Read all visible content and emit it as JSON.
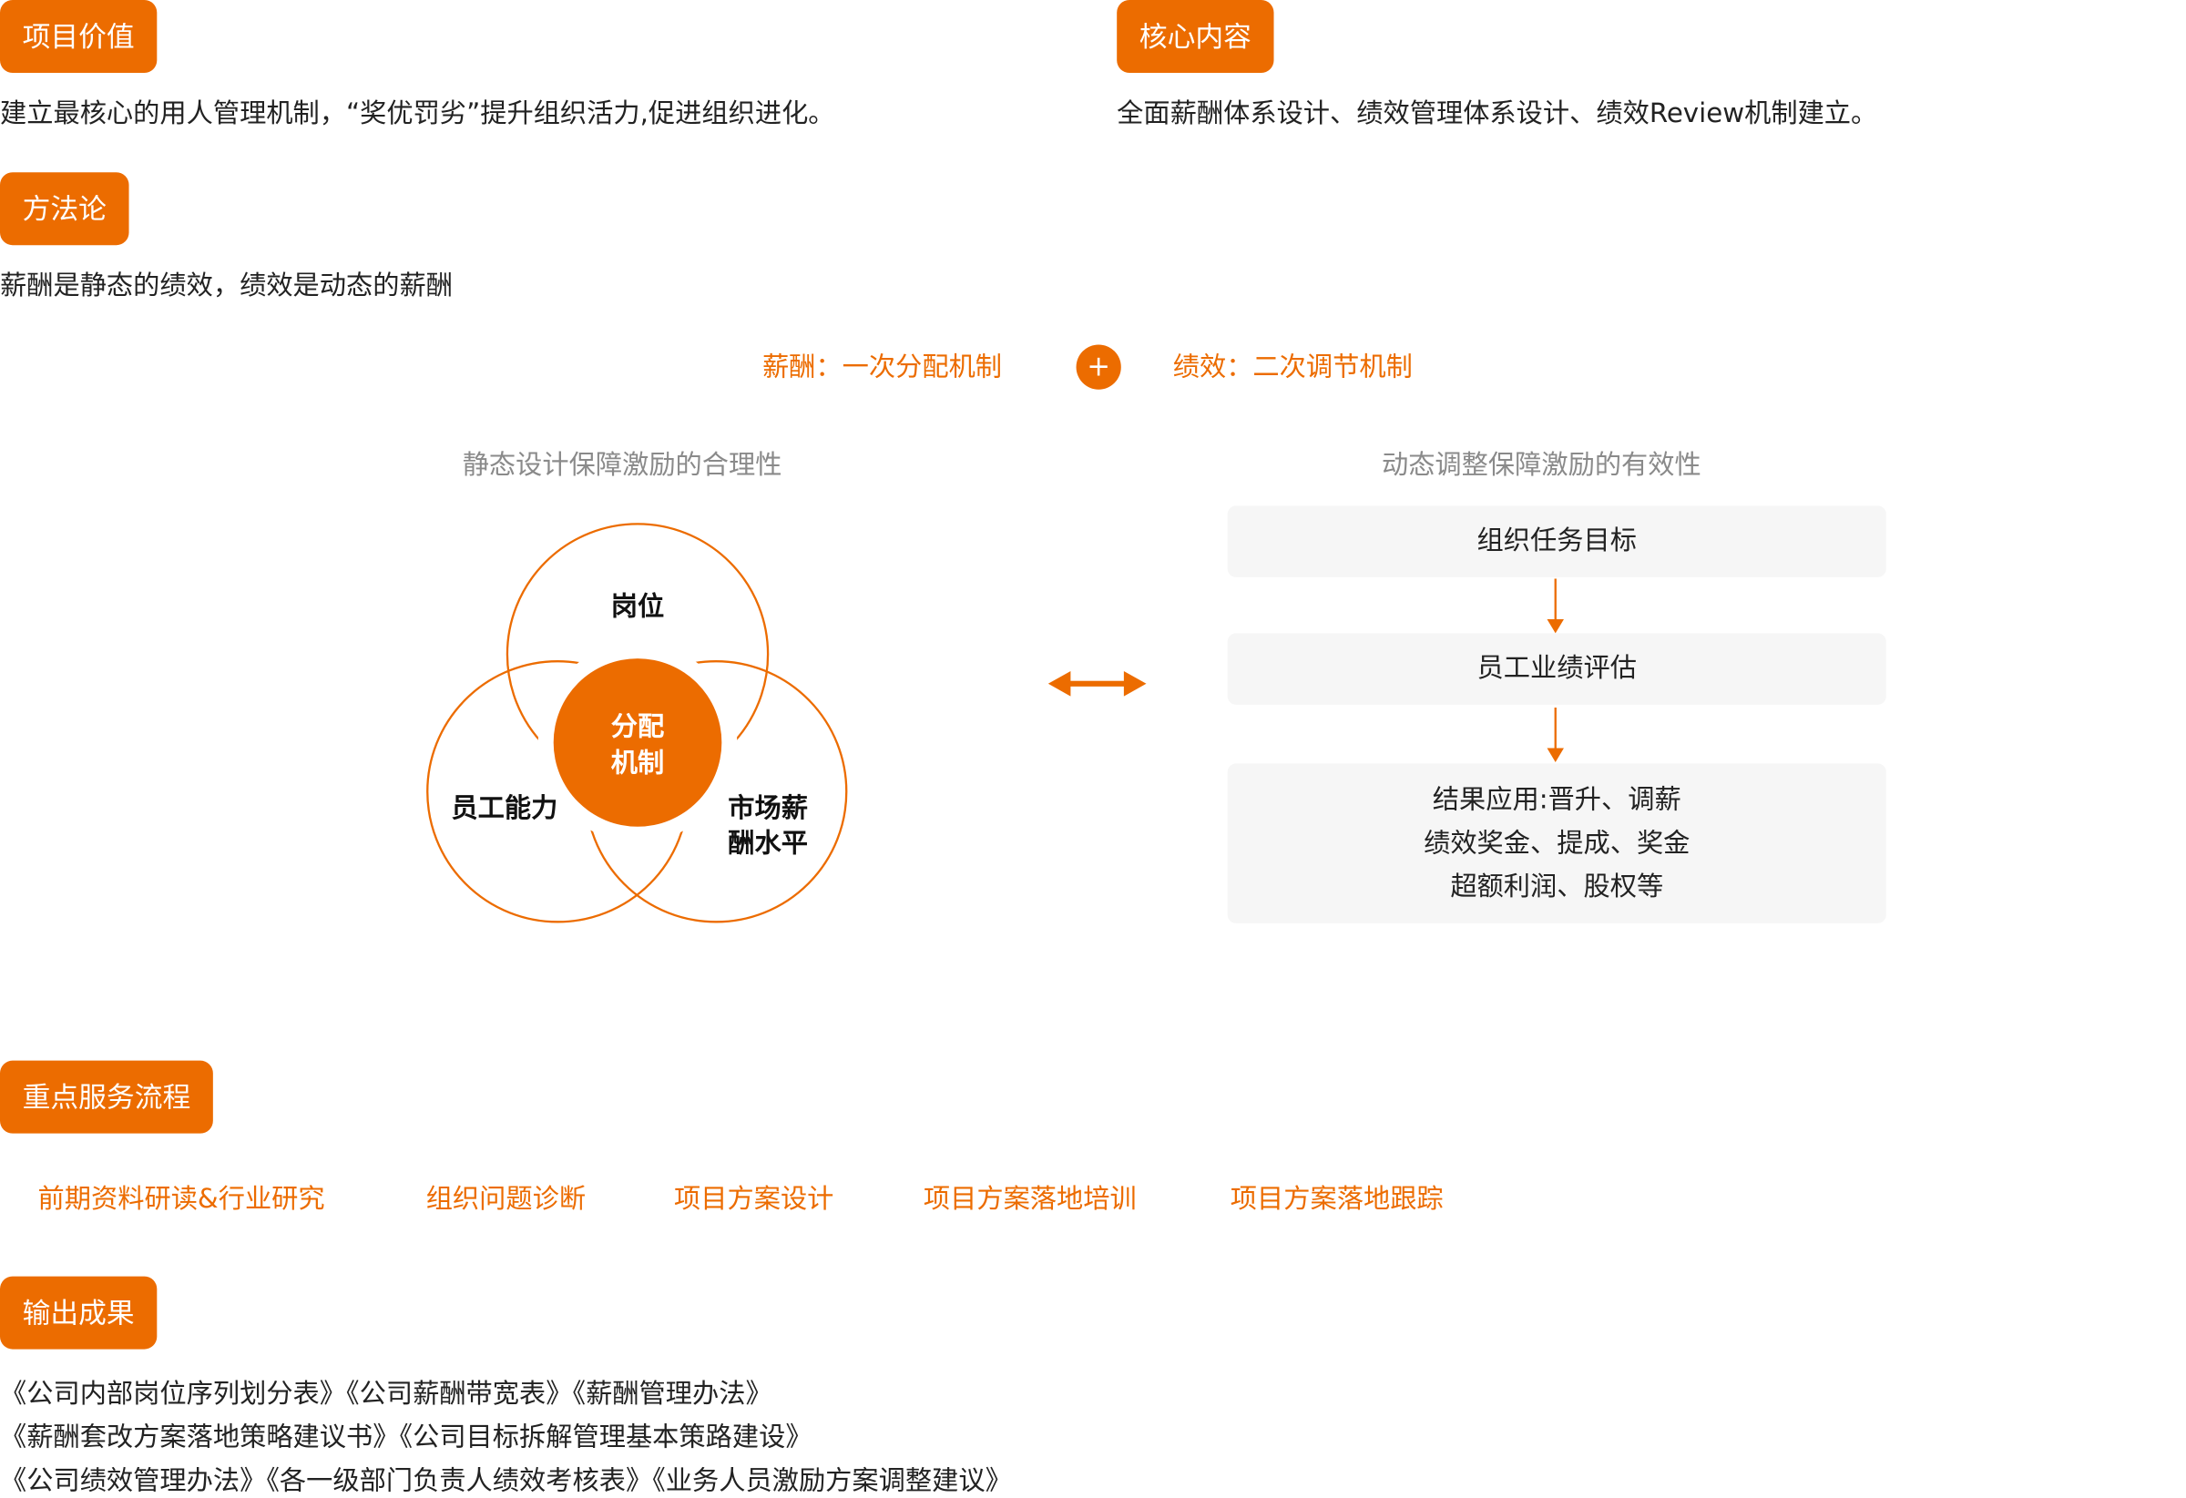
{
  "sections": {
    "value": {
      "title": "项目价值",
      "text": "建立最核心的用人管理机制，“奖优罚劣”提升组织活力,促进组织进化。"
    },
    "core": {
      "title": "核心内容",
      "text": "全面薪酬体系设计、绩效管理体系设计、绩效Review机制建立。"
    },
    "method": {
      "title": "方法论",
      "text": "薪酬是静态的绩效，绩效是动态的薪酬"
    }
  },
  "mechanism": {
    "left_label": "薪酬：一次分配机制",
    "plus": "+",
    "right_label": "绩效：二次调节机制"
  },
  "venn": {
    "caption": "静态设计保障激励的合理性",
    "top": "岗位",
    "left": "员工能力",
    "right_line1": "市场薪",
    "right_line2": "酬水平",
    "center_line1": "分配",
    "center_line2": "机制"
  },
  "flow": {
    "caption": "动态调整保障激励的有效性",
    "step1": "组织任务目标",
    "step2": "员工业绩评估",
    "step3_lines": [
      "结果应用:晋升、调薪",
      "绩效奖金、提成、奖金",
      "超额利润、股权等"
    ]
  },
  "process": {
    "title": "重点服务流程",
    "steps": [
      "前期资料研读&行业研究",
      "组织问题诊断",
      "项目方案设计",
      "项目方案落地培训",
      "项目方案落地跟踪"
    ]
  },
  "output": {
    "title": "输出成果",
    "lines": [
      "《公司内部岗位序列划分表》《公司薪酬带宽表》《薪酬管理办法》",
      "《薪酬套改方案落地策略建议书》《公司目标拆解管理基本策路建设》",
      "《公司绩效管理办法》《各一级部门负责人绩效考核表》《业务人员激励方案调整建议》"
    ]
  },
  "colors": {
    "accent": "#ec6c00",
    "box_bg": "#f6f6f6"
  }
}
